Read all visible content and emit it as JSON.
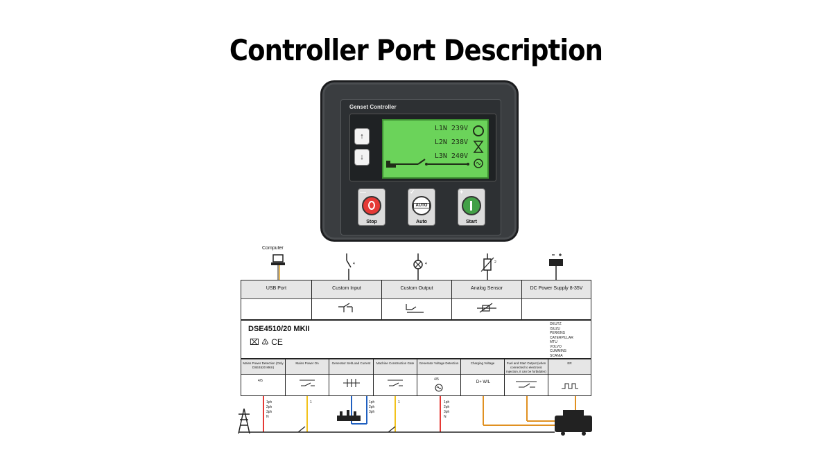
{
  "title": "Controller Port Description",
  "controller": {
    "label": "Genset Controller",
    "lcd_lines": [
      "L1N 239V",
      "L2N 238V",
      "L3N 240V"
    ],
    "buttons": [
      {
        "symbol": "—",
        "label": "Stop"
      },
      {
        "symbol": "✓",
        "label": "Auto",
        "badge": "AUTO"
      },
      {
        "symbol": "+",
        "label": "Start"
      }
    ],
    "nav": [
      "↑",
      "↓"
    ],
    "colors": {
      "lcd": "#6bd35a",
      "stop": "#e53935",
      "start": "#43a047"
    }
  },
  "external": {
    "computer_label": "Computer",
    "counts": [
      "4",
      "4",
      "2"
    ]
  },
  "top_ports": [
    "USB Port",
    "Custom Input",
    "Custom Output",
    "Analog Sensor",
    "DC Power Supply 8-35V"
  ],
  "model": "DSE4510/20 MKII",
  "brands": [
    "DEUTZ",
    "ISUZU",
    "PERKINS",
    "CATERPILLAR",
    "MTU",
    "VOLVO",
    "CUMMINS",
    "SCANIA"
  ],
  "bottom_ports": [
    "Mains Power Detection (Only DSE4520 MKII)",
    "Mains Power On",
    "Generator Set/Load Current",
    "Machine Construction Gate",
    "Generator Voltage Detection",
    "Charging Voltage",
    "Fuel and Start Output (when connected to electronic injection, it can be forbidden)",
    "ER"
  ],
  "bottom_symbols": [
    "4/5",
    "",
    "",
    "",
    "4/5",
    "D+ W/L",
    "",
    ""
  ],
  "phase_labels": [
    "1ph",
    "2ph",
    "3ph",
    "N"
  ],
  "phase_label_single": "1"
}
